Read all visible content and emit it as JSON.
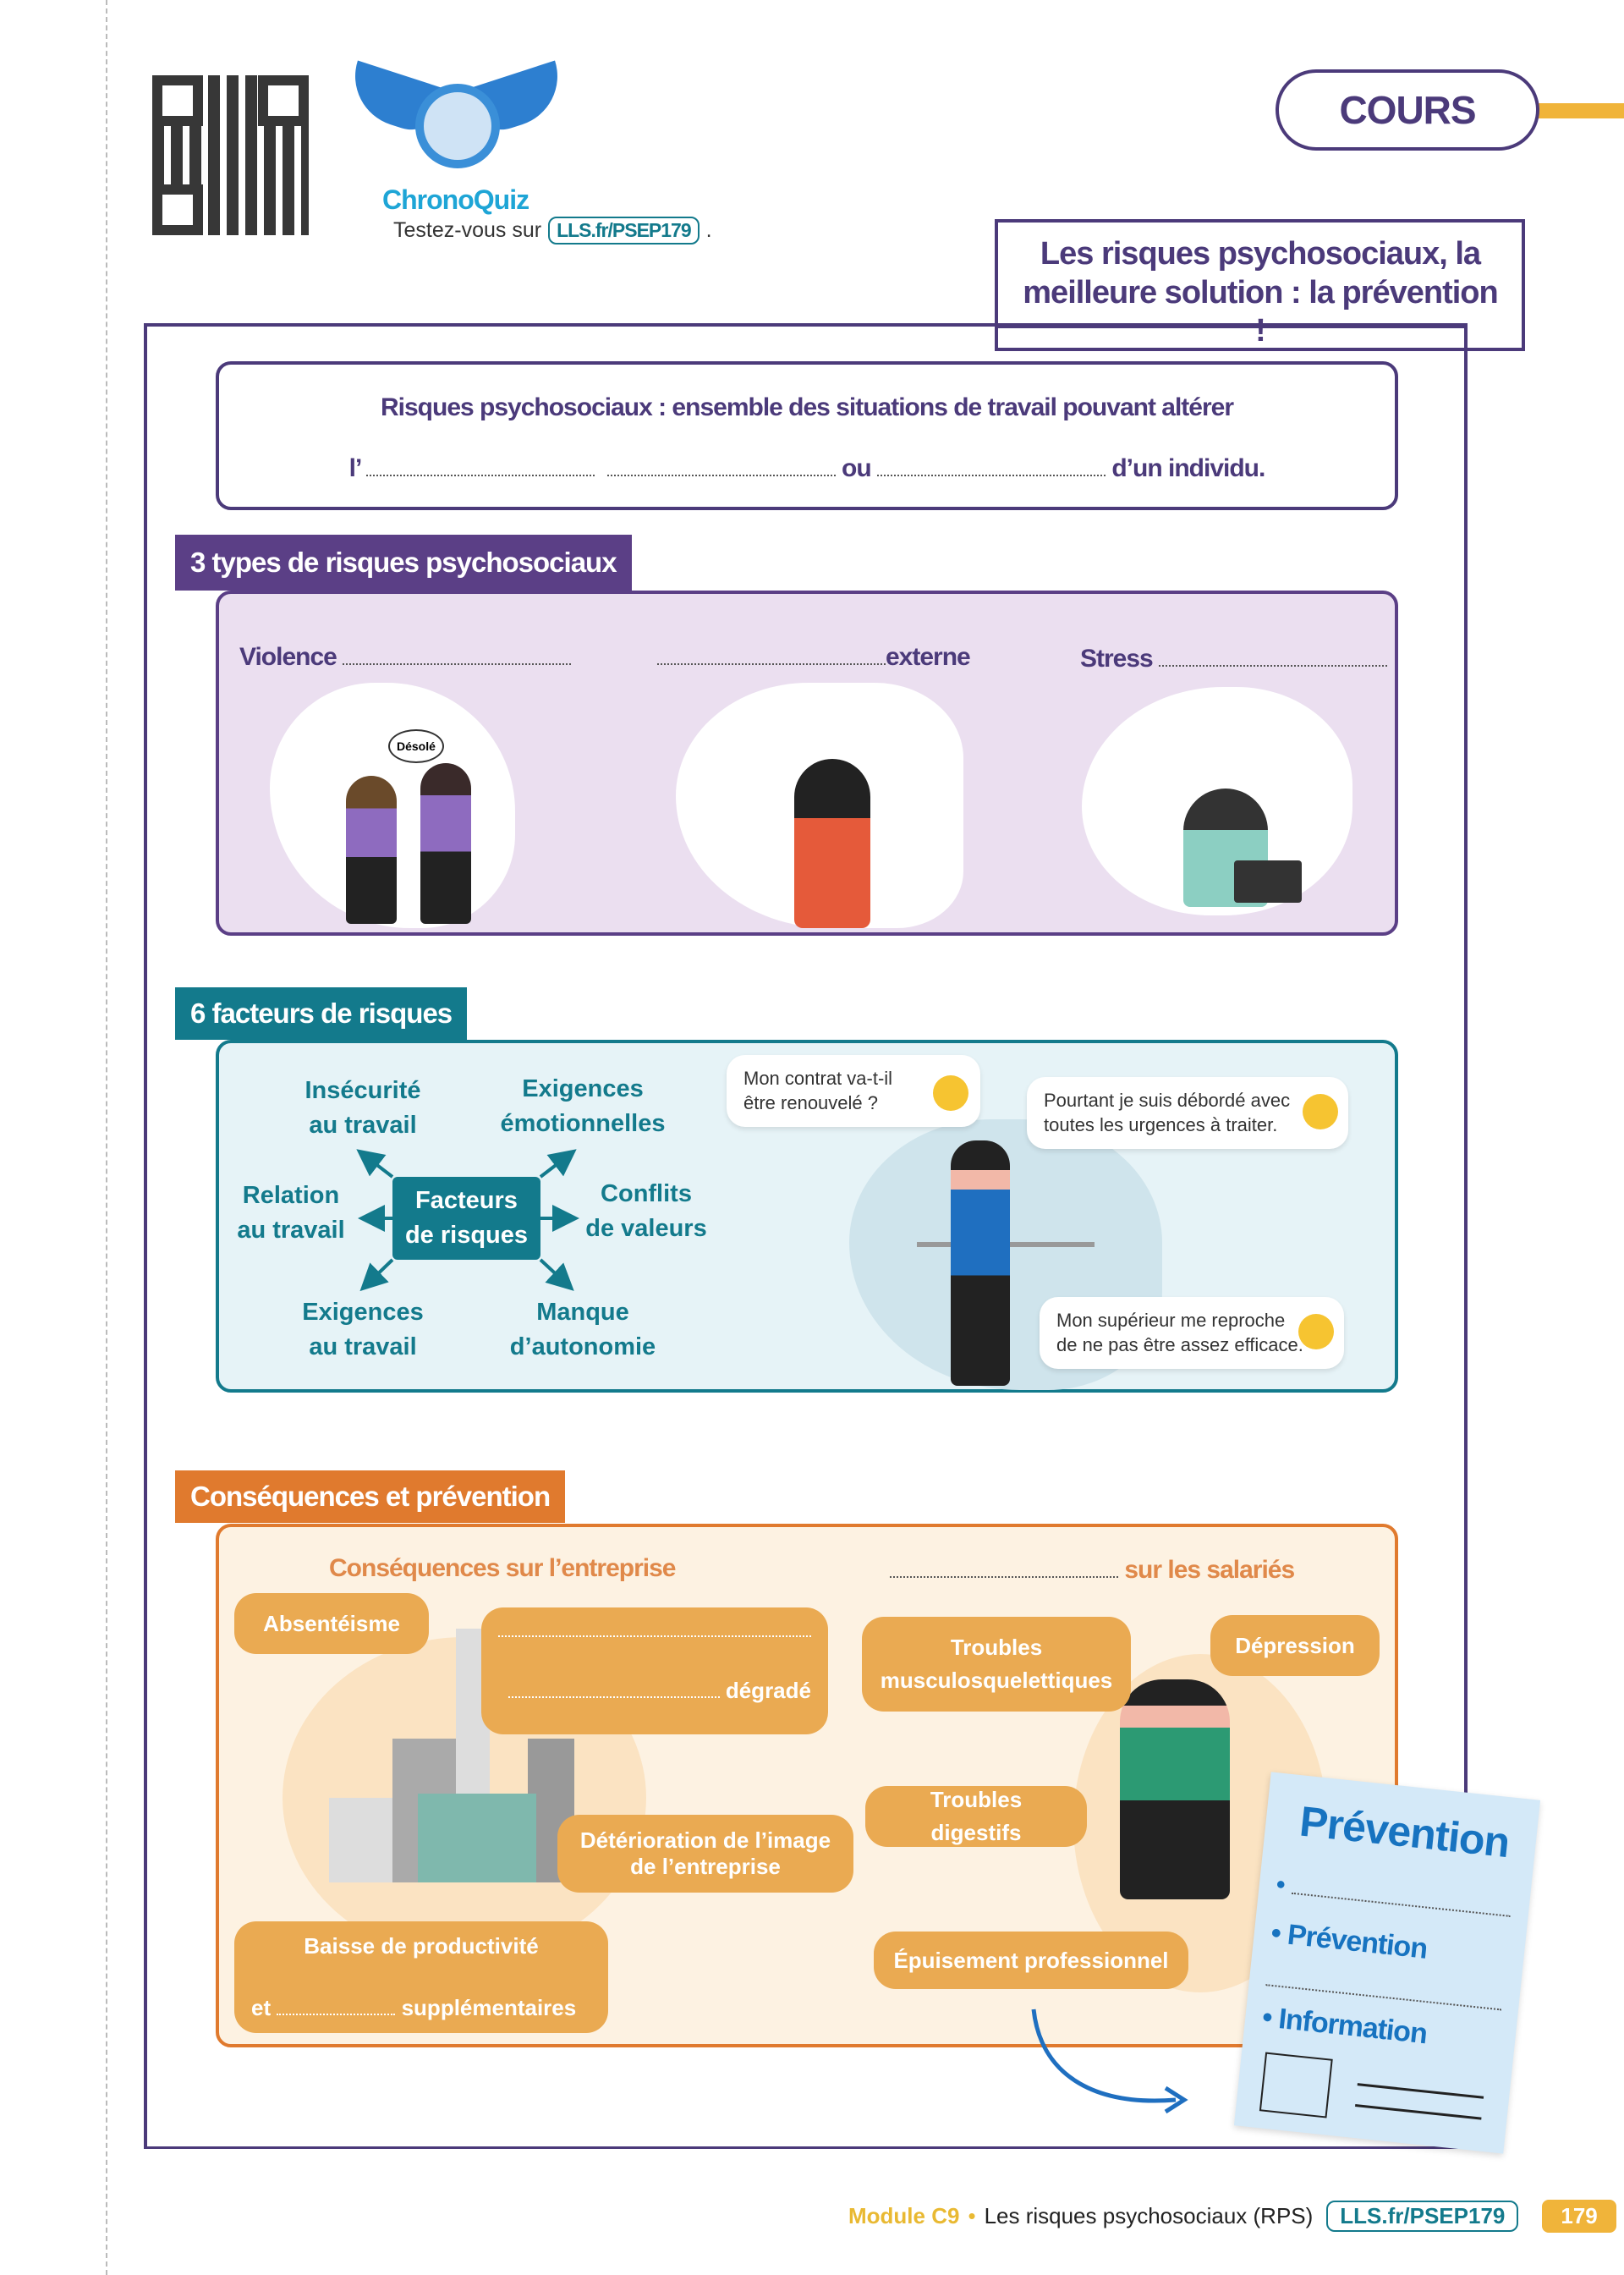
{
  "header": {
    "quiz_brand": "ChronoQuiz",
    "quiz_prompt": "Testez-vous sur",
    "quiz_link": "LLS.fr/PSEP179",
    "section_badge": "COURS",
    "title": "Les risques psychosociaux, la meilleure solution : la prévention !"
  },
  "definition": {
    "line1": "Risques psychosociaux :  ensemble des situations de travail pouvant altérer",
    "prefix": "l’",
    "middle": "ou",
    "suffix": "d’un individu."
  },
  "types": {
    "tag": "3 types de risques psychosociaux",
    "items": [
      "Violence",
      "externe",
      "Stress"
    ],
    "illustration_text": "Désolé"
  },
  "factors": {
    "tag": "6 facteurs de risques",
    "center": [
      "Facteurs",
      "de risques"
    ],
    "items": [
      [
        "Insécurité",
        "au travail"
      ],
      [
        "Exigences",
        "émotionnelles"
      ],
      [
        "Relation",
        "au travail"
      ],
      [
        "Conflits",
        "de valeurs"
      ],
      [
        "Exigences",
        "au travail"
      ],
      [
        "Manque",
        "d’autonomie"
      ]
    ],
    "speech": [
      [
        "Mon contrat va-t-il",
        "être renouvelé ?"
      ],
      [
        "Pourtant je suis débordé avec",
        "toutes les urgences à traiter."
      ],
      [
        "Mon supérieur me reproche",
        "de ne pas être assez efficace."
      ]
    ]
  },
  "consequences": {
    "tag": "Conséquences et prévention",
    "company_heading": "Conséquences sur l’entreprise",
    "employees_heading": "sur les salariés",
    "company": {
      "absenteeism": "Absentéisme",
      "degraded": "dégradé",
      "image": [
        "Détérioration de l’image",
        "de l’entreprise"
      ],
      "productivity": "Baisse de productivité",
      "prod_prefix": "et",
      "prod_suffix": "supplémentaires"
    },
    "employees": {
      "tms": [
        "Troubles",
        "musculosquelettiques"
      ],
      "depression": "Dépression",
      "digestive": "Troubles digestifs",
      "burnout": "Épuisement professionnel"
    }
  },
  "prevention_card": {
    "title": "Prévention",
    "items": [
      "Prévention",
      "Information"
    ]
  },
  "footer": {
    "module": "Module C9",
    "bullet": "•",
    "chapter": "Les risques psychosociaux (RPS)",
    "link": "LLS.fr/PSEP179",
    "page": "179"
  },
  "colors": {
    "purple": "#4b3a7a",
    "teal": "#137a8c",
    "orange": "#e07a2e",
    "bubble": "#eaaa52",
    "gold": "#f0b43a"
  }
}
